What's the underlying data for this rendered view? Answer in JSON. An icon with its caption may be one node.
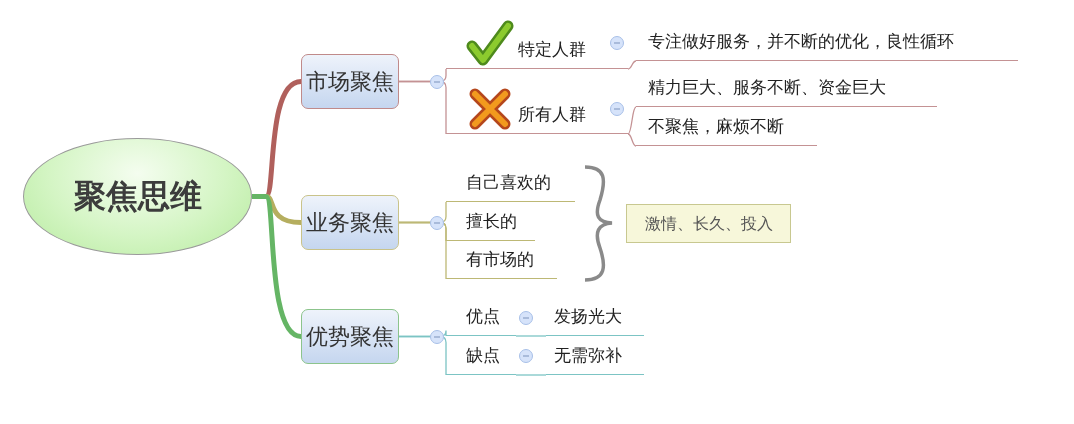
{
  "diagram": {
    "nodes": [
      {
        "text": [
          "聚焦思维"
        ]
      },
      {
        "text": [
          "市场聚焦"
        ]
      },
      {
        "text": [
          "特定人群"
        ]
      },
      {
        "text": [
          "所有人群"
        ]
      },
      {
        "text": [
          "专注做好服务，并不断的优化，良性循环"
        ]
      },
      {
        "text": [
          "精力巨大、服务不断、资金巨大"
        ]
      },
      {
        "text": [
          "不聚焦，麻烦不断"
        ]
      },
      {
        "text": [
          "业务聚焦"
        ]
      },
      {
        "text": [
          "自己喜欢的"
        ]
      },
      {
        "text": [
          "擅长的"
        ]
      },
      {
        "text": [
          "有市场的"
        ]
      },
      {
        "text": [
          "激情、长久、投入"
        ]
      },
      {
        "text": [
          "优势聚焦"
        ]
      },
      {
        "text": [
          "优点"
        ]
      },
      {
        "text": [
          "发扬光大"
        ]
      },
      {
        "text": [
          "缺点"
        ]
      },
      {
        "text": [
          "无需弥补"
        ]
      }
    ],
    "edges": [
      {
        "from": 0,
        "to": 1,
        "arrow": "none",
        "style": "thick",
        "color": "#b0605c"
      },
      {
        "from": 0,
        "to": 7,
        "arrow": "none",
        "style": "thick",
        "color": "#b5ae5f"
      },
      {
        "from": 0,
        "to": 12,
        "arrow": "none",
        "style": "thick",
        "color": "#65b565"
      },
      {
        "from": 1,
        "to": 2,
        "arrow": "none",
        "color": "#c49294"
      },
      {
        "from": 1,
        "to": 3,
        "arrow": "none",
        "color": "#c49294"
      },
      {
        "from": 2,
        "to": 4,
        "arrow": "none",
        "color": "#c49294"
      },
      {
        "from": 3,
        "to": 5,
        "arrow": "none",
        "color": "#c49294"
      },
      {
        "from": 3,
        "to": 6,
        "arrow": "none",
        "color": "#c49294"
      },
      {
        "from": 7,
        "to": 8,
        "arrow": "none",
        "color": "#bdb875"
      },
      {
        "from": 7,
        "to": 9,
        "arrow": "none",
        "color": "#bdb875"
      },
      {
        "from": 7,
        "to": 10,
        "arrow": "none",
        "color": "#bdb875"
      },
      {
        "from": 12,
        "to": 13,
        "arrow": "none",
        "color": "#7cc4c4"
      },
      {
        "from": 12,
        "to": 15,
        "arrow": "none",
        "color": "#7cc4c4"
      },
      {
        "from": 13,
        "to": 14,
        "arrow": "none",
        "color": "#7cc4c4"
      },
      {
        "from": 15,
        "to": 16,
        "arrow": "none",
        "color": "#7cc4c4"
      }
    ]
  }
}
